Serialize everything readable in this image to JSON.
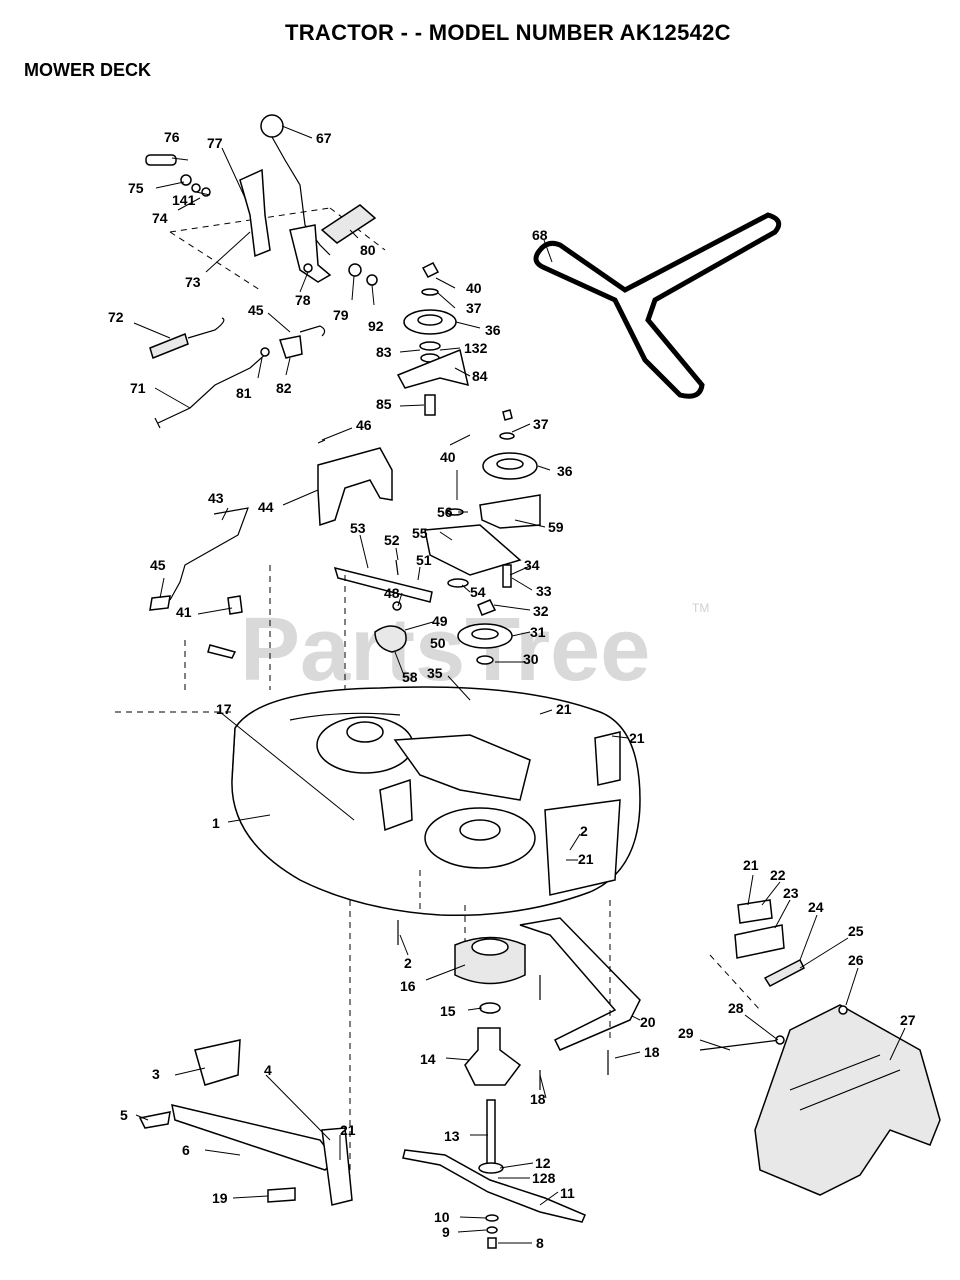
{
  "header": {
    "title": "TRACTOR - - MODEL NUMBER AK12542C",
    "section": "MOWER DECK"
  },
  "watermark": {
    "text": "PartsTree",
    "tm": "TM"
  },
  "parts": {
    "p1": "1",
    "p2a": "2",
    "p2b": "2",
    "p3": "3",
    "p4": "4",
    "p5": "5",
    "p6": "6",
    "p8": "8",
    "p9": "9",
    "p10": "10",
    "p11": "11",
    "p12": "12",
    "p128": "128",
    "p13": "13",
    "p14": "14",
    "p15": "15",
    "p16": "16",
    "p17": "17",
    "p18a": "18",
    "p18b": "18",
    "p19": "19",
    "p20": "20",
    "p21a": "21",
    "p21b": "21",
    "p21c": "21",
    "p21d": "21",
    "p21e": "21",
    "p22": "22",
    "p23": "23",
    "p24": "24",
    "p25": "25",
    "p26": "26",
    "p27": "27",
    "p28": "28",
    "p29": "29",
    "p30": "30",
    "p31": "31",
    "p32": "32",
    "p33": "33",
    "p34": "34",
    "p35": "35",
    "p36a": "36",
    "p36b": "36",
    "p37a": "37",
    "p37b": "37",
    "p40a": "40",
    "p40b": "40",
    "p41": "41",
    "p43": "43",
    "p44": "44",
    "p45a": "45",
    "p45b": "45",
    "p46": "46",
    "p48": "48",
    "p49": "49",
    "p50": "50",
    "p51": "51",
    "p52": "52",
    "p53": "53",
    "p54": "54",
    "p55": "55",
    "p56": "56",
    "p58": "58",
    "p59": "59",
    "p67": "67",
    "p68": "68",
    "p71": "71",
    "p72": "72",
    "p73": "73",
    "p74": "74",
    "p75": "75",
    "p76": "76",
    "p77": "77",
    "p78": "78",
    "p79": "79",
    "p80": "80",
    "p81": "81",
    "p82": "82",
    "p83": "83",
    "p84": "84",
    "p85": "85",
    "p92": "92",
    "p132": "132",
    "p141": "141"
  },
  "colors": {
    "ink": "#000000",
    "paper": "#ffffff",
    "watermark": "#d9d9d9"
  }
}
